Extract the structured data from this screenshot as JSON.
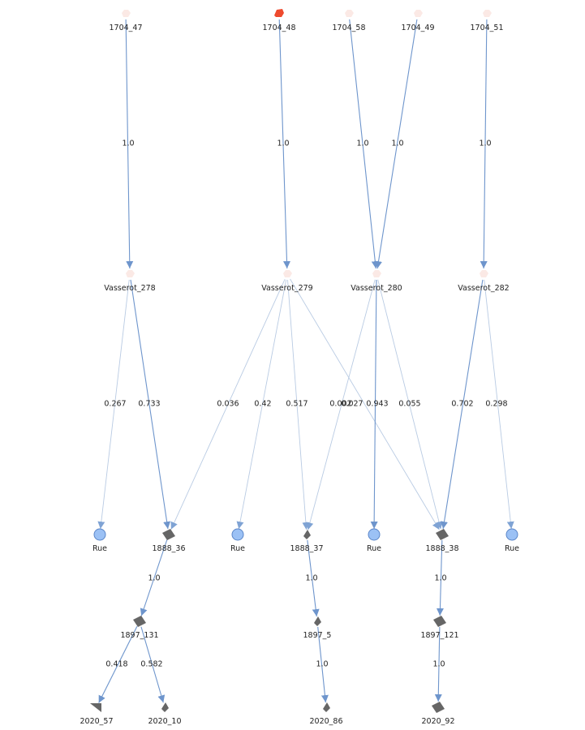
{
  "colors": {
    "edge_strong": "#6e95cc",
    "edge_light": "#b9cbe3",
    "node_pale": "#fbe9e5",
    "node_red": "#ee4a2e",
    "node_gray": "#666666",
    "rue_fill": "#9bc1f5",
    "rue_stroke": "#5b86c8"
  },
  "nodes": [
    {
      "id": "n1704_47",
      "label": "1704_47",
      "shape": "pale-blob"
    },
    {
      "id": "n1704_48",
      "label": "1704_48",
      "shape": "red-blob"
    },
    {
      "id": "n1704_58",
      "label": "1704_58",
      "shape": "pale-blob"
    },
    {
      "id": "n1704_49",
      "label": "1704_49",
      "shape": "pale-blob"
    },
    {
      "id": "n1704_51",
      "label": "1704_51",
      "shape": "pale-blob"
    },
    {
      "id": "v278",
      "label": "Vasserot_278",
      "shape": "pale-blob"
    },
    {
      "id": "v279",
      "label": "Vasserot_279",
      "shape": "pale-blob"
    },
    {
      "id": "v280",
      "label": "Vasserot_280",
      "shape": "pale-blob"
    },
    {
      "id": "v282",
      "label": "Vasserot_282",
      "shape": "pale-blob"
    },
    {
      "id": "rue1",
      "label": "Rue",
      "shape": "circle"
    },
    {
      "id": "n1888_36",
      "label": "1888_36",
      "shape": "diamond"
    },
    {
      "id": "rue2",
      "label": "Rue",
      "shape": "circle"
    },
    {
      "id": "n1888_37",
      "label": "1888_37",
      "shape": "diamond-small"
    },
    {
      "id": "rue3",
      "label": "Rue",
      "shape": "circle"
    },
    {
      "id": "n1888_38",
      "label": "1888_38",
      "shape": "diamond"
    },
    {
      "id": "rue4",
      "label": "Rue",
      "shape": "circle"
    },
    {
      "id": "n1897_131",
      "label": "1897_131",
      "shape": "diamond"
    },
    {
      "id": "n1897_5",
      "label": "1897_5",
      "shape": "diamond-small"
    },
    {
      "id": "n1897_121",
      "label": "1897_121",
      "shape": "diamond"
    },
    {
      "id": "n2020_57",
      "label": "2020_57",
      "shape": "triangle"
    },
    {
      "id": "n2020_10",
      "label": "2020_10",
      "shape": "diamond-small"
    },
    {
      "id": "n2020_86",
      "label": "2020_86",
      "shape": "diamond-small"
    },
    {
      "id": "n2020_92",
      "label": "2020_92",
      "shape": "diamond"
    }
  ],
  "edges": [
    {
      "id": "e1",
      "from": "n1704_47",
      "to": "v278",
      "label": "1.0",
      "strong": true
    },
    {
      "id": "e2",
      "from": "n1704_48",
      "to": "v279",
      "label": "1.0",
      "strong": true
    },
    {
      "id": "e3",
      "from": "n1704_58",
      "to": "v280",
      "label": "1.0",
      "strong": true
    },
    {
      "id": "e4",
      "from": "n1704_49",
      "to": "v280",
      "label": "1.0",
      "strong": true
    },
    {
      "id": "e5",
      "from": "n1704_51",
      "to": "v282",
      "label": "1.0",
      "strong": true
    },
    {
      "id": "e6",
      "from": "v278",
      "to": "rue1",
      "label": "0.267",
      "strong": false
    },
    {
      "id": "e7",
      "from": "v278",
      "to": "n1888_36",
      "label": "0.733",
      "strong": true
    },
    {
      "id": "e8",
      "from": "v279",
      "to": "n1888_36",
      "label": "0.036",
      "strong": false
    },
    {
      "id": "e9",
      "from": "v279",
      "to": "rue2",
      "label": "0.42",
      "strong": false
    },
    {
      "id": "e10",
      "from": "v279",
      "to": "n1888_37",
      "label": "0.517",
      "strong": false
    },
    {
      "id": "e11",
      "from": "v279",
      "to": "n1888_38",
      "label": "0.027",
      "strong": false
    },
    {
      "id": "e12",
      "from": "v280",
      "to": "n1888_37",
      "label": "0.002",
      "strong": false
    },
    {
      "id": "e13",
      "from": "v280",
      "to": "rue3",
      "label": "0.943",
      "strong": true
    },
    {
      "id": "e14",
      "from": "v280",
      "to": "n1888_38",
      "label": "0.055",
      "strong": false
    },
    {
      "id": "e15",
      "from": "v282",
      "to": "n1888_38",
      "label": "0.702",
      "strong": true
    },
    {
      "id": "e16",
      "from": "v282",
      "to": "rue4",
      "label": "0.298",
      "strong": false
    },
    {
      "id": "e17",
      "from": "n1888_36",
      "to": "n1897_131",
      "label": "1.0",
      "strong": true
    },
    {
      "id": "e18",
      "from": "n1888_37",
      "to": "n1897_5",
      "label": "1.0",
      "strong": true
    },
    {
      "id": "e19",
      "from": "n1888_38",
      "to": "n1897_121",
      "label": "1.0",
      "strong": true
    },
    {
      "id": "e20",
      "from": "n1897_131",
      "to": "n2020_57",
      "label": "0.418",
      "strong": true
    },
    {
      "id": "e21",
      "from": "n1897_131",
      "to": "n2020_10",
      "label": "0.582",
      "strong": true
    },
    {
      "id": "e22",
      "from": "n1897_5",
      "to": "n2020_86",
      "label": "1.0",
      "strong": true
    },
    {
      "id": "e23",
      "from": "n1897_121",
      "to": "n2020_92",
      "label": "1.0",
      "strong": true
    }
  ]
}
